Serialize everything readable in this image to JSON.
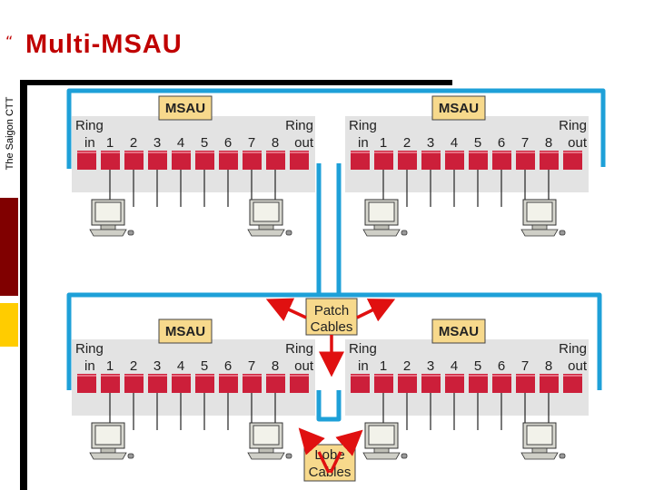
{
  "slide": {
    "bullet": "“",
    "title": "Multi-MSAU",
    "side_label": "The Saigon CTT"
  },
  "diagram": {
    "msau_label": "MSAU",
    "ring_in": [
      "Ring",
      "in"
    ],
    "ring_out": [
      "Ring",
      "out"
    ],
    "ports": [
      "1",
      "2",
      "3",
      "4",
      "5",
      "6",
      "7",
      "8"
    ],
    "patch_cables": [
      "Patch",
      "Cables"
    ],
    "lobe_cables": [
      "Lobe",
      "Cables"
    ]
  },
  "colors": {
    "title": "#c00000",
    "ring_cable": "#1ea0d8",
    "port": "#cc1f3a",
    "label_box": "#f7d98c",
    "arrow": "#e01010",
    "sidebar_dark": "#800000",
    "sidebar_accent": "#ffcc00"
  }
}
